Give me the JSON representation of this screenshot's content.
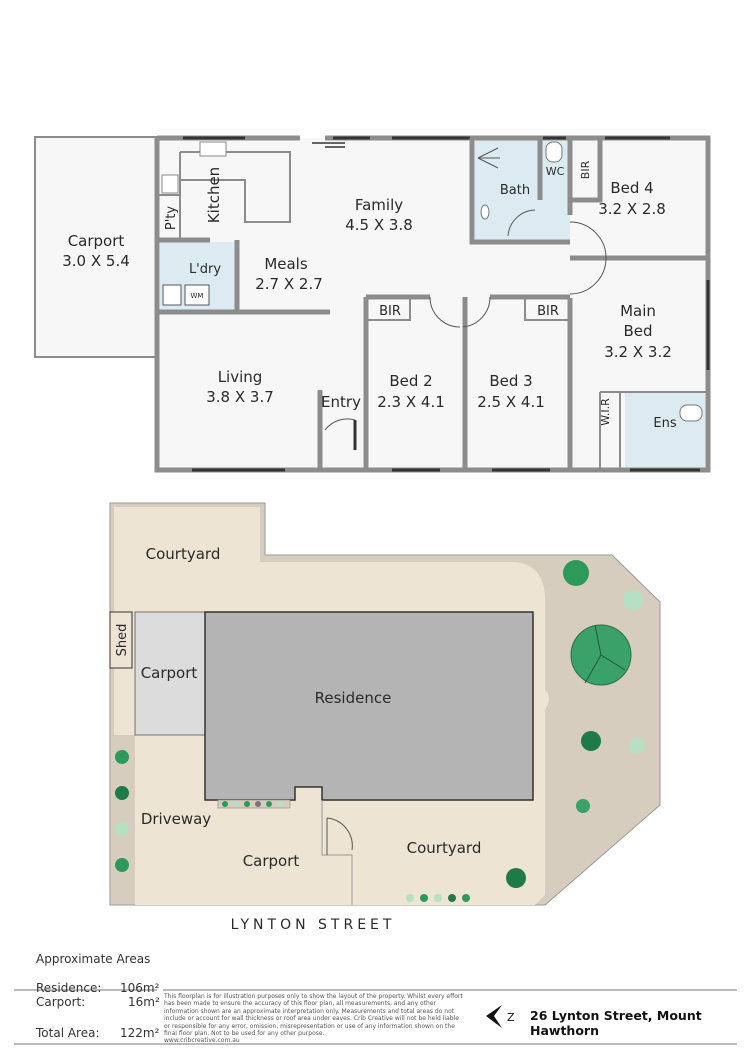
{
  "floor_plan": {
    "carport": {
      "name": "Carport",
      "size": "3.0 X 5.4"
    },
    "family": {
      "name": "Family",
      "size": "4.5 X 3.8"
    },
    "meals": {
      "name": "Meals",
      "size": "2.7 X 2.7"
    },
    "kitchen": "Kitchen",
    "pantry": "P'ty",
    "laundry": "L'dry",
    "washing_machine": "WM",
    "bath": "Bath",
    "wc": "WC",
    "bed4": {
      "name": "Bed 4",
      "size": "3.2 X 2.8"
    },
    "bed4_robe": "BIR",
    "main_bed": {
      "name": "Main",
      "name2": "Bed",
      "size": "3.2 X 3.2"
    },
    "wir": "W.I.R",
    "ensuite": "Ens",
    "living": {
      "name": "Living",
      "size": "3.8 X 3.7"
    },
    "entry": "Entry",
    "bed2": {
      "name": "Bed 2",
      "size": "2.3 X 4.1",
      "robe": "BIR"
    },
    "bed3": {
      "name": "Bed 3",
      "size": "2.5 X 4.1",
      "robe": "BIR"
    }
  },
  "site_plan": {
    "courtyard_top": "Courtyard",
    "shed": "Shed",
    "carport": "Carport",
    "residence": "Residence",
    "driveway": "Driveway",
    "carport_front": "Carport",
    "courtyard_front": "Courtyard",
    "street": "LYNTON STREET"
  },
  "areas": {
    "heading": "Approximate Areas",
    "rows": [
      {
        "label": "Residence:",
        "value": "106m²"
      },
      {
        "label": "Carport:",
        "value": "16m²"
      },
      {
        "label": "Total Area:",
        "value": "122m²"
      }
    ]
  },
  "disclaimer": "This floorplan is for illustration purposes only to show the layout of the property. Whilst every effort has been made to ensure the accuracy of this floor plan, all measurements, and any other information shown are an approximate interpretation only. Measurements and total areas do not include or account for wall thickness or roof area under eaves. Crib Creative will not be held liable or responsible for any error, omission, misrepresentation or use of any information shown on the final floor plan. Not to be used for any other purpose.",
  "website": "www.cribcreative.com.au",
  "compass_letter": "Z",
  "address": "26 Lynton Street, Mount Hawthorn",
  "colors": {
    "wall": "#8c8c8c",
    "tile": "#dcebf2",
    "lot": "#d6cdbf",
    "courtyard": "#ede4d3",
    "residence": "#b4b4b4",
    "carport": "#dcdcdc",
    "tree_dark": "#2e8b57",
    "tree_light": "#a8dcb8"
  }
}
